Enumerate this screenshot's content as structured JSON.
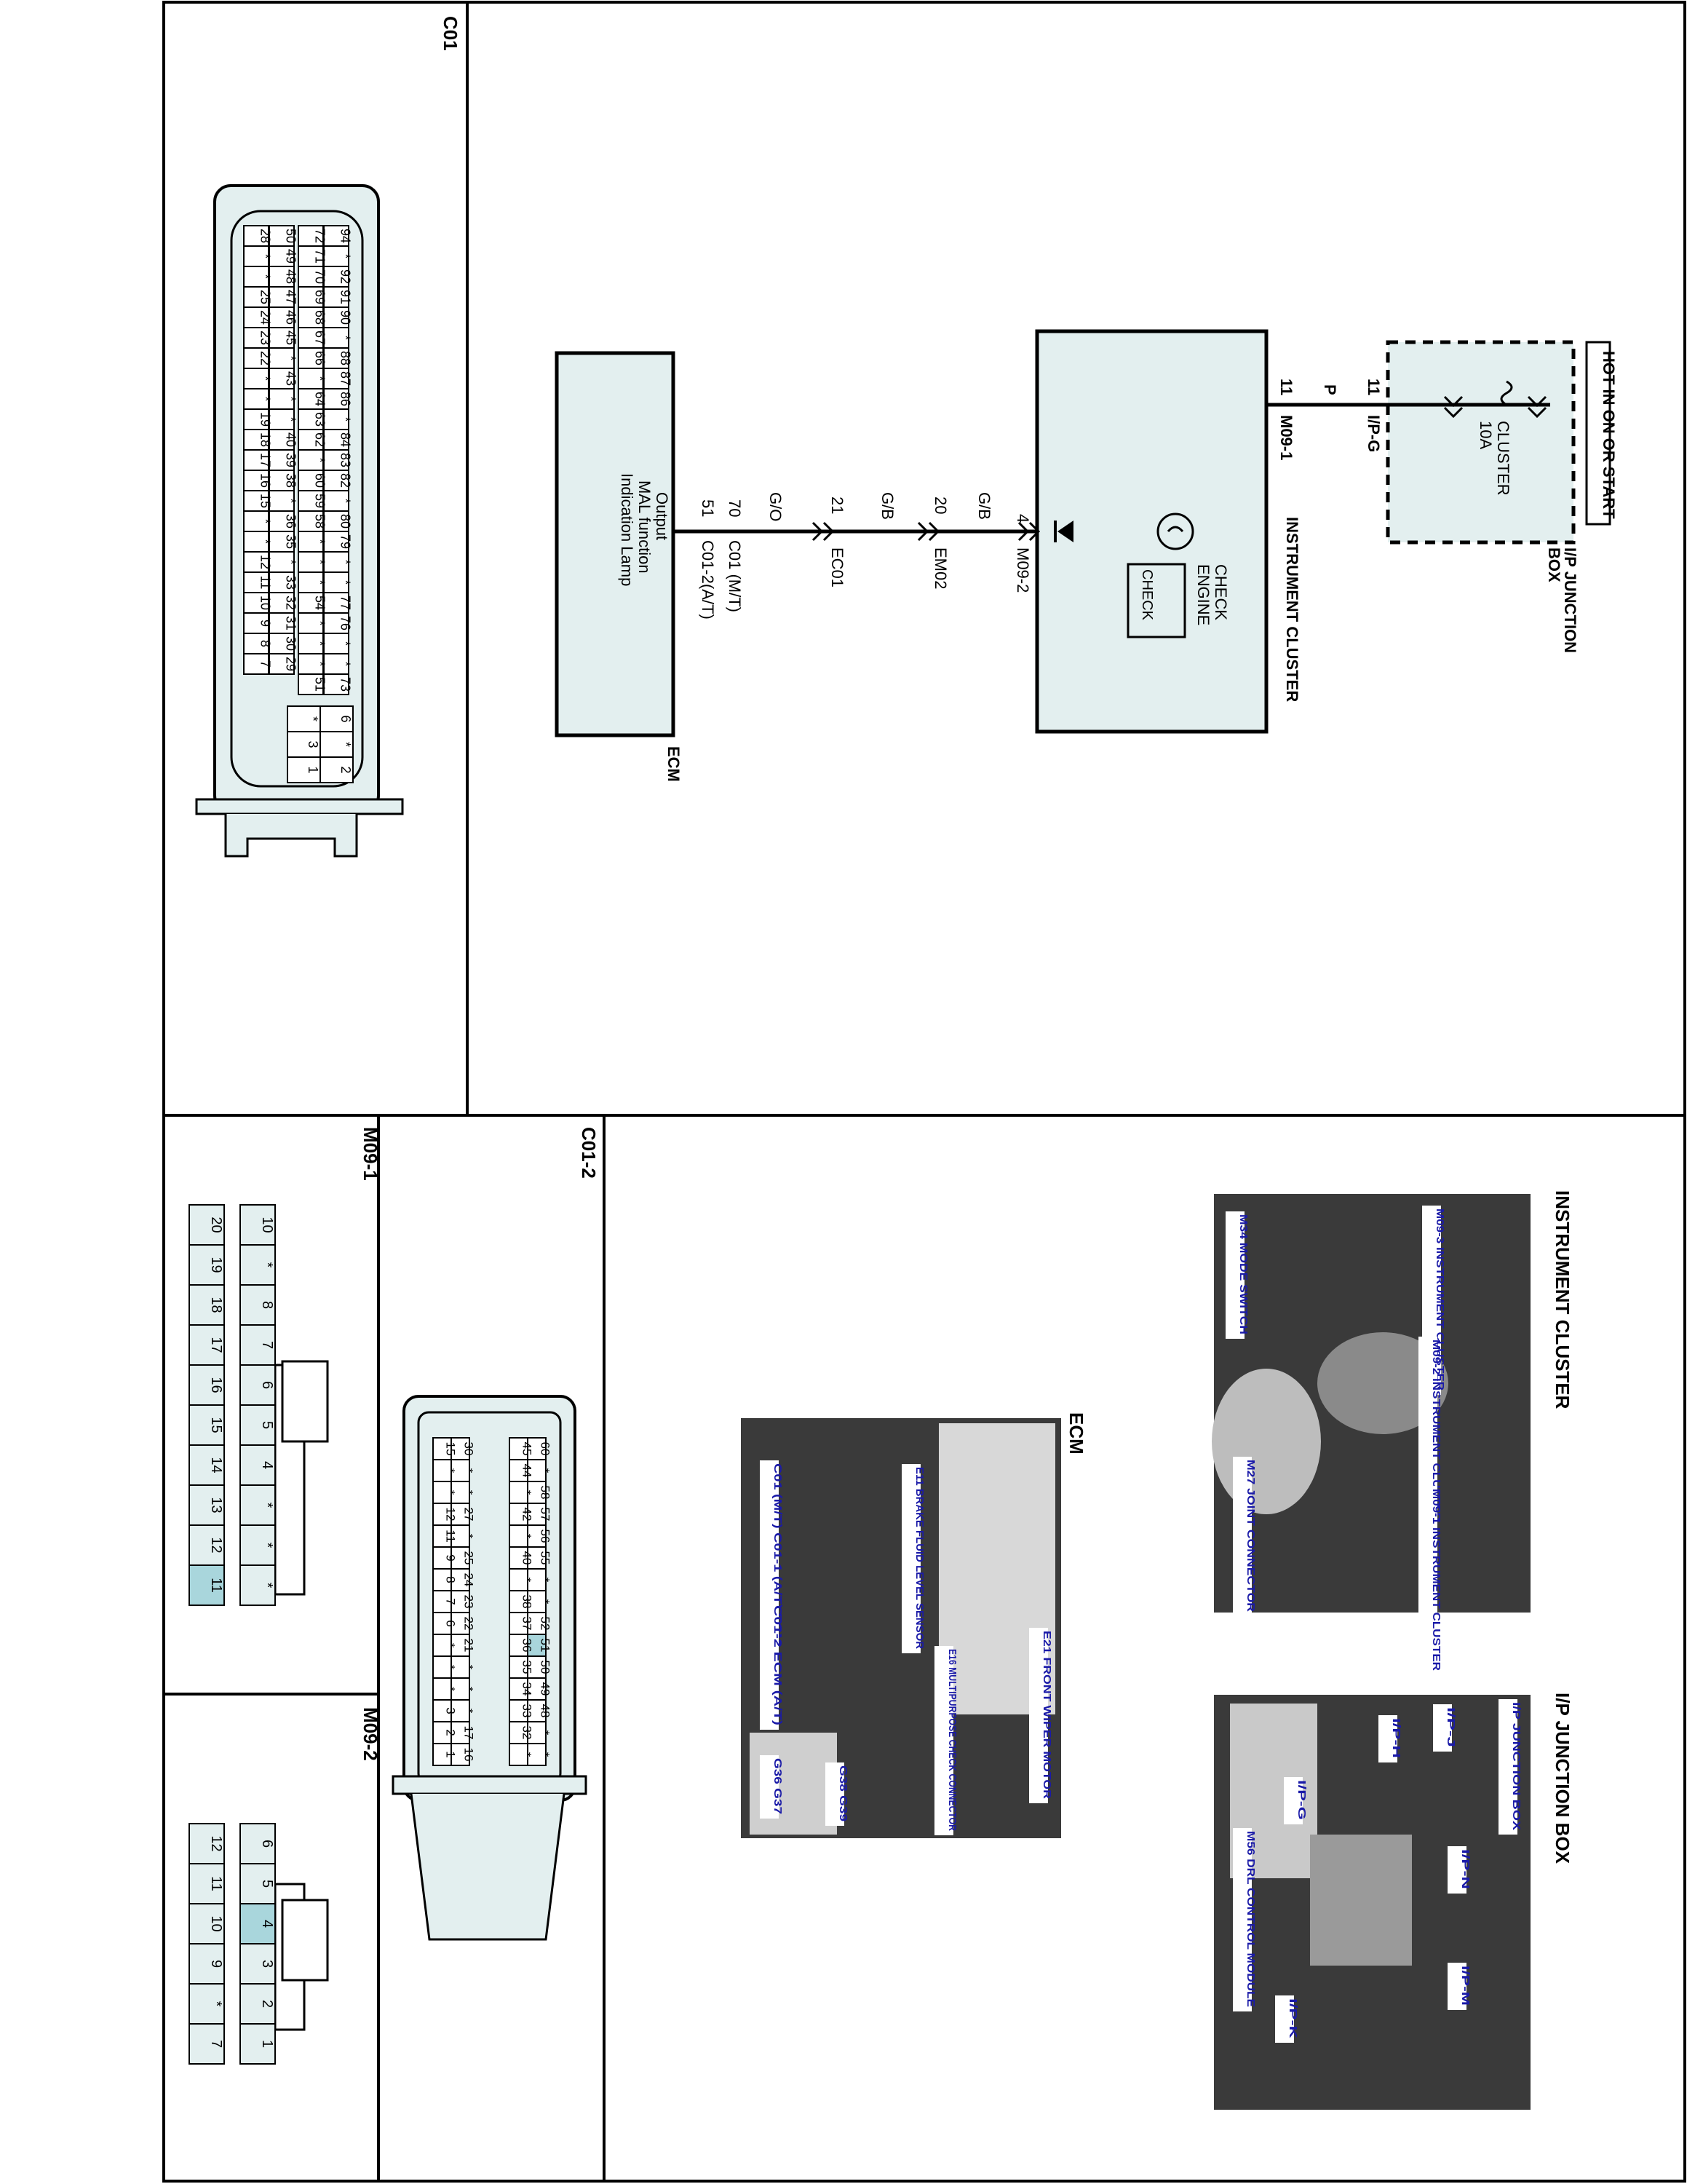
{
  "schematic": {
    "power_box": {
      "title": "HOT IN ON OR START",
      "name_line1": "I/P JUNCTION",
      "name_line2": "BOX",
      "fuse_name": "CLUSTER",
      "fuse_rating": "10A"
    },
    "wire_p": {
      "pin_top": "11",
      "connector_top": "I/P-G",
      "color": "P",
      "pin_bottom": "11",
      "connector_bottom": "M09-1"
    },
    "cluster": {
      "name": "INSTRUMENT CLUSTER",
      "lamp_label_line1": "CHECK",
      "lamp_label_line2": "ENGINE",
      "lamp_symbol_text": "CHECK"
    },
    "wire_chain": [
      {
        "pin": "4",
        "connector": "M09-2",
        "color": "G/B"
      },
      {
        "pin": "20",
        "connector": "EM02",
        "color": "G/B"
      },
      {
        "pin": "21",
        "connector": "EC01",
        "color": "G/O"
      },
      {
        "pin": "70",
        "connector": "C01 (M/T)"
      },
      {
        "pin": "51",
        "connector": "C01-2(A/T)"
      }
    ],
    "ecm": {
      "name": "ECM",
      "line1": "Output",
      "line2": "MAL function",
      "line3": "Indication Lamp"
    }
  },
  "connectors": {
    "c01": {
      "title": "C01",
      "rows": [
        [
          "94",
          "*",
          "92",
          "91",
          "90",
          "*",
          "88",
          "87",
          "86",
          "*",
          "84",
          "83",
          "82",
          "*",
          "80",
          "79",
          "*",
          "*",
          "77",
          "76",
          "*",
          "*",
          "73"
        ],
        [
          "72",
          "71",
          "70",
          "69",
          "68",
          "67",
          "66",
          "*",
          "64",
          "63",
          "62",
          "*",
          "60",
          "59",
          "58",
          "*",
          "*",
          "*",
          "54",
          "*",
          "*",
          "*",
          "51"
        ],
        [
          "50",
          "49",
          "48",
          "47",
          "46",
          "45",
          "*",
          "43",
          "*",
          "*",
          "40",
          "39",
          "38",
          "*",
          "36",
          "35",
          "*",
          "33",
          "32",
          "31",
          "30",
          "29"
        ],
        [
          "28",
          "*",
          "*",
          "25",
          "24",
          "23",
          "22",
          "*",
          "*",
          "19",
          "18",
          "17",
          "16",
          "15",
          "*",
          "*",
          "12",
          "11",
          "10",
          "9",
          "8",
          "7"
        ]
      ],
      "small_rows": [
        [
          "6",
          "*"
        ],
        [
          "*",
          "3"
        ],
        [
          "2",
          "1"
        ]
      ]
    },
    "c01_2": {
      "title": "C01-2",
      "rows": [
        [
          "60",
          "*",
          "58",
          "57",
          "56",
          "55",
          "*",
          "*",
          "52",
          "51",
          "50",
          "49",
          "48",
          "*",
          "*"
        ],
        [
          "45",
          "44",
          "*",
          "42",
          "*",
          "40",
          "*",
          "38",
          "37",
          "36",
          "35",
          "34",
          "33",
          "32",
          "*"
        ],
        [
          "30",
          "*",
          "*",
          "27",
          "*",
          "25",
          "24",
          "23",
          "22",
          "21",
          "*",
          "*",
          "*",
          "17",
          "16"
        ],
        [
          "15",
          "*",
          "*",
          "12",
          "11",
          "9",
          "8",
          "7",
          "6",
          "*",
          "*",
          "*",
          "3",
          "2",
          "1"
        ]
      ]
    },
    "m09_1": {
      "title": "M09-1",
      "row1": [
        "10",
        "*",
        "8",
        "7",
        "6",
        "5",
        "4",
        "*",
        "*",
        "*"
      ],
      "row2": [
        "20",
        "19",
        "18",
        "17",
        "16",
        "15",
        "14",
        "13",
        "12",
        "11"
      ],
      "highlight": "11"
    },
    "m09_2": {
      "title": "M09-2",
      "row1": [
        "6",
        "5",
        "4",
        "3",
        "2",
        "1"
      ],
      "row2": [
        "12",
        "11",
        "10",
        "9",
        "*",
        "7"
      ],
      "highlight": "4"
    }
  },
  "photos": {
    "instrument_cluster": {
      "title": "INSTRUMENT CLUSTER",
      "callouts": [
        "M09-3 INSTRUMENT CLUSTER",
        "M09-2 INSTRUMENT CLUSTER",
        "M09-1 INSTRUMENT CLUSTER",
        "M34 MODE SWITCH",
        "M27 JOINT CONNECTOR"
      ]
    },
    "ip_junction_box": {
      "title": "I/P JUNCTION BOX",
      "callouts": [
        "I/P JUNCTION BOX",
        "I/P-J",
        "I/P-H",
        "I/P-G",
        "I/P-N",
        "I/P-M",
        "I/P-K",
        "M56 DRL CONTROL MODULE"
      ]
    },
    "ecm": {
      "title": "ECM",
      "callouts": [
        "E21 FRONT WIPER MOTOR",
        "E16 MULTIPURPOSE CHECK CONNECTOR",
        "E11 BRAKE FLUID LEVEL SENSOR",
        "C01 (M/T) C01-1 (A/T) ECM",
        "C01-2 ECM (A/T)",
        "G38 G39",
        "G36 G37"
      ]
    }
  },
  "colors": {
    "line": "#000000",
    "box_fill": "#e3efef",
    "highlight": "#a9d6dc",
    "callout_text": "#1a1aa8"
  }
}
